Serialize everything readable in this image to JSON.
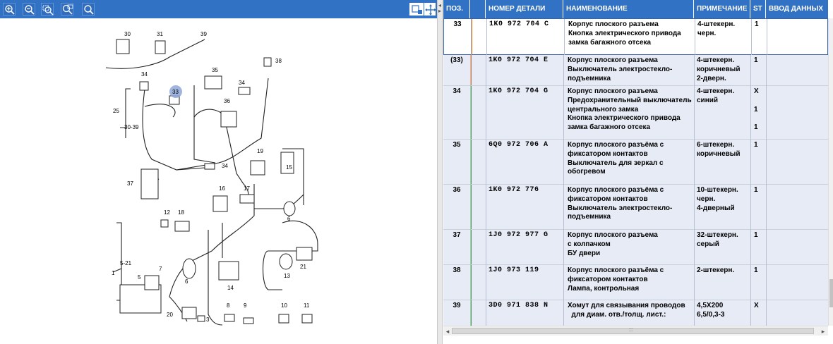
{
  "toolbar": {
    "icons": [
      "zoom-in-icon",
      "zoom-out-icon",
      "zoom-area-icon",
      "zoom-fit-icon",
      "search-icon"
    ],
    "right_icons": [
      "hotspot-toggle-icon",
      "pan-icon"
    ]
  },
  "diagram": {
    "callouts": [
      "30",
      "31",
      "39",
      "34",
      "35",
      "34",
      "38",
      "33",
      "25",
      "36",
      "30-39",
      "19",
      "34",
      "15",
      "37",
      "16",
      "17",
      "12",
      "18",
      "6",
      "5-21",
      "1",
      "5",
      "7",
      "6",
      "13",
      "14",
      "21",
      "8",
      "9",
      "10",
      "11",
      "20",
      "3"
    ],
    "highlight_color": "#8fa8d8"
  },
  "table": {
    "headers": {
      "pos": "ПОЗ.",
      "part": "НОМЕР ДЕТАЛИ",
      "name": "НАИМЕНОВАНИЕ",
      "note": "ПРИМЕЧАНИЕ",
      "st": "ST",
      "input": "ВВОД ДАННЫХ"
    },
    "rows": [
      {
        "pos": "33",
        "part": "1K0 972 704 C",
        "name": [
          "Корпус плоского разъема",
          "Кнопка электрического привода",
          "замка багажного отсека"
        ],
        "note": [
          "4-штекерн.",
          "черн."
        ],
        "st": [
          "1"
        ],
        "mark": "#e07020",
        "selected": true
      },
      {
        "pos": "(33)",
        "part": "1K0 972 704 E",
        "name": [
          "Корпус плоского разъема",
          "Выключатель электростекло-",
          "подъемника"
        ],
        "note": [
          "4-штекерн.",
          "коричневый",
          "2-дверн."
        ],
        "st": [
          "1"
        ],
        "mark": "#e07020",
        "selected": false
      },
      {
        "pos": "34",
        "part": "1K0 972 704 G",
        "name": [
          "Корпус плоского разъема",
          "Предохранительный выключатель",
          "центрального замка",
          "Кнопка электрического привода",
          "замка багажного отсека"
        ],
        "note": [
          "4-штекерн.",
          "синий"
        ],
        "st": [
          "X",
          "1",
          "1"
        ],
        "mark": "#3aa040",
        "selected": false
      },
      {
        "pos": "35",
        "part": "6Q0 972 706 A",
        "name": [
          "Корпус плоского разъёма с",
          "фиксатором контактов",
          "Выключатель для зеркал с",
          "обогревом"
        ],
        "note": [
          "6-штекерн.",
          "коричневый"
        ],
        "st": [
          "1"
        ],
        "mark": "#3aa040",
        "selected": false
      },
      {
        "pos": "36",
        "part": "1K0 972 776",
        "name": [
          "Корпус плоского разъёма с",
          "фиксатором контактов",
          "Выключатель электростекло-",
          "подъемника"
        ],
        "note": [
          "10-штекерн.",
          "черн.",
          "4-дверный"
        ],
        "st": [
          "1"
        ],
        "mark": "#3aa040",
        "selected": false
      },
      {
        "pos": "37",
        "part": "1J0 972 977 G",
        "name": [
          "Корпус плоского разъема",
          "с колпачком",
          "БУ двери"
        ],
        "note": [
          "32-штекерн.",
          "серый"
        ],
        "st": [
          "1"
        ],
        "mark": "#3aa040",
        "selected": false
      },
      {
        "pos": "38",
        "part": "1J0 973 119",
        "name": [
          "Корпус плоского разъёма с",
          "фиксатором контактов",
          "Лампа, контрольная"
        ],
        "note": [
          "2-штекерн."
        ],
        "st": [
          "1"
        ],
        "mark": "#3aa040",
        "selected": false
      },
      {
        "pos": "39",
        "part": "3D0 971 838 N",
        "name": [
          "Хомут для связывания проводов",
          "  для диам. отв./толщ. лист.:"
        ],
        "note": [
          "4,5X200",
          "6,5/0,3-3"
        ],
        "st": [
          "X"
        ],
        "mark": "#3aa040",
        "selected": false
      }
    ]
  },
  "colors": {
    "header_bg": "#3272c4",
    "row_bg": "#e7ebf6",
    "selected_border": "#3a5fb0"
  }
}
